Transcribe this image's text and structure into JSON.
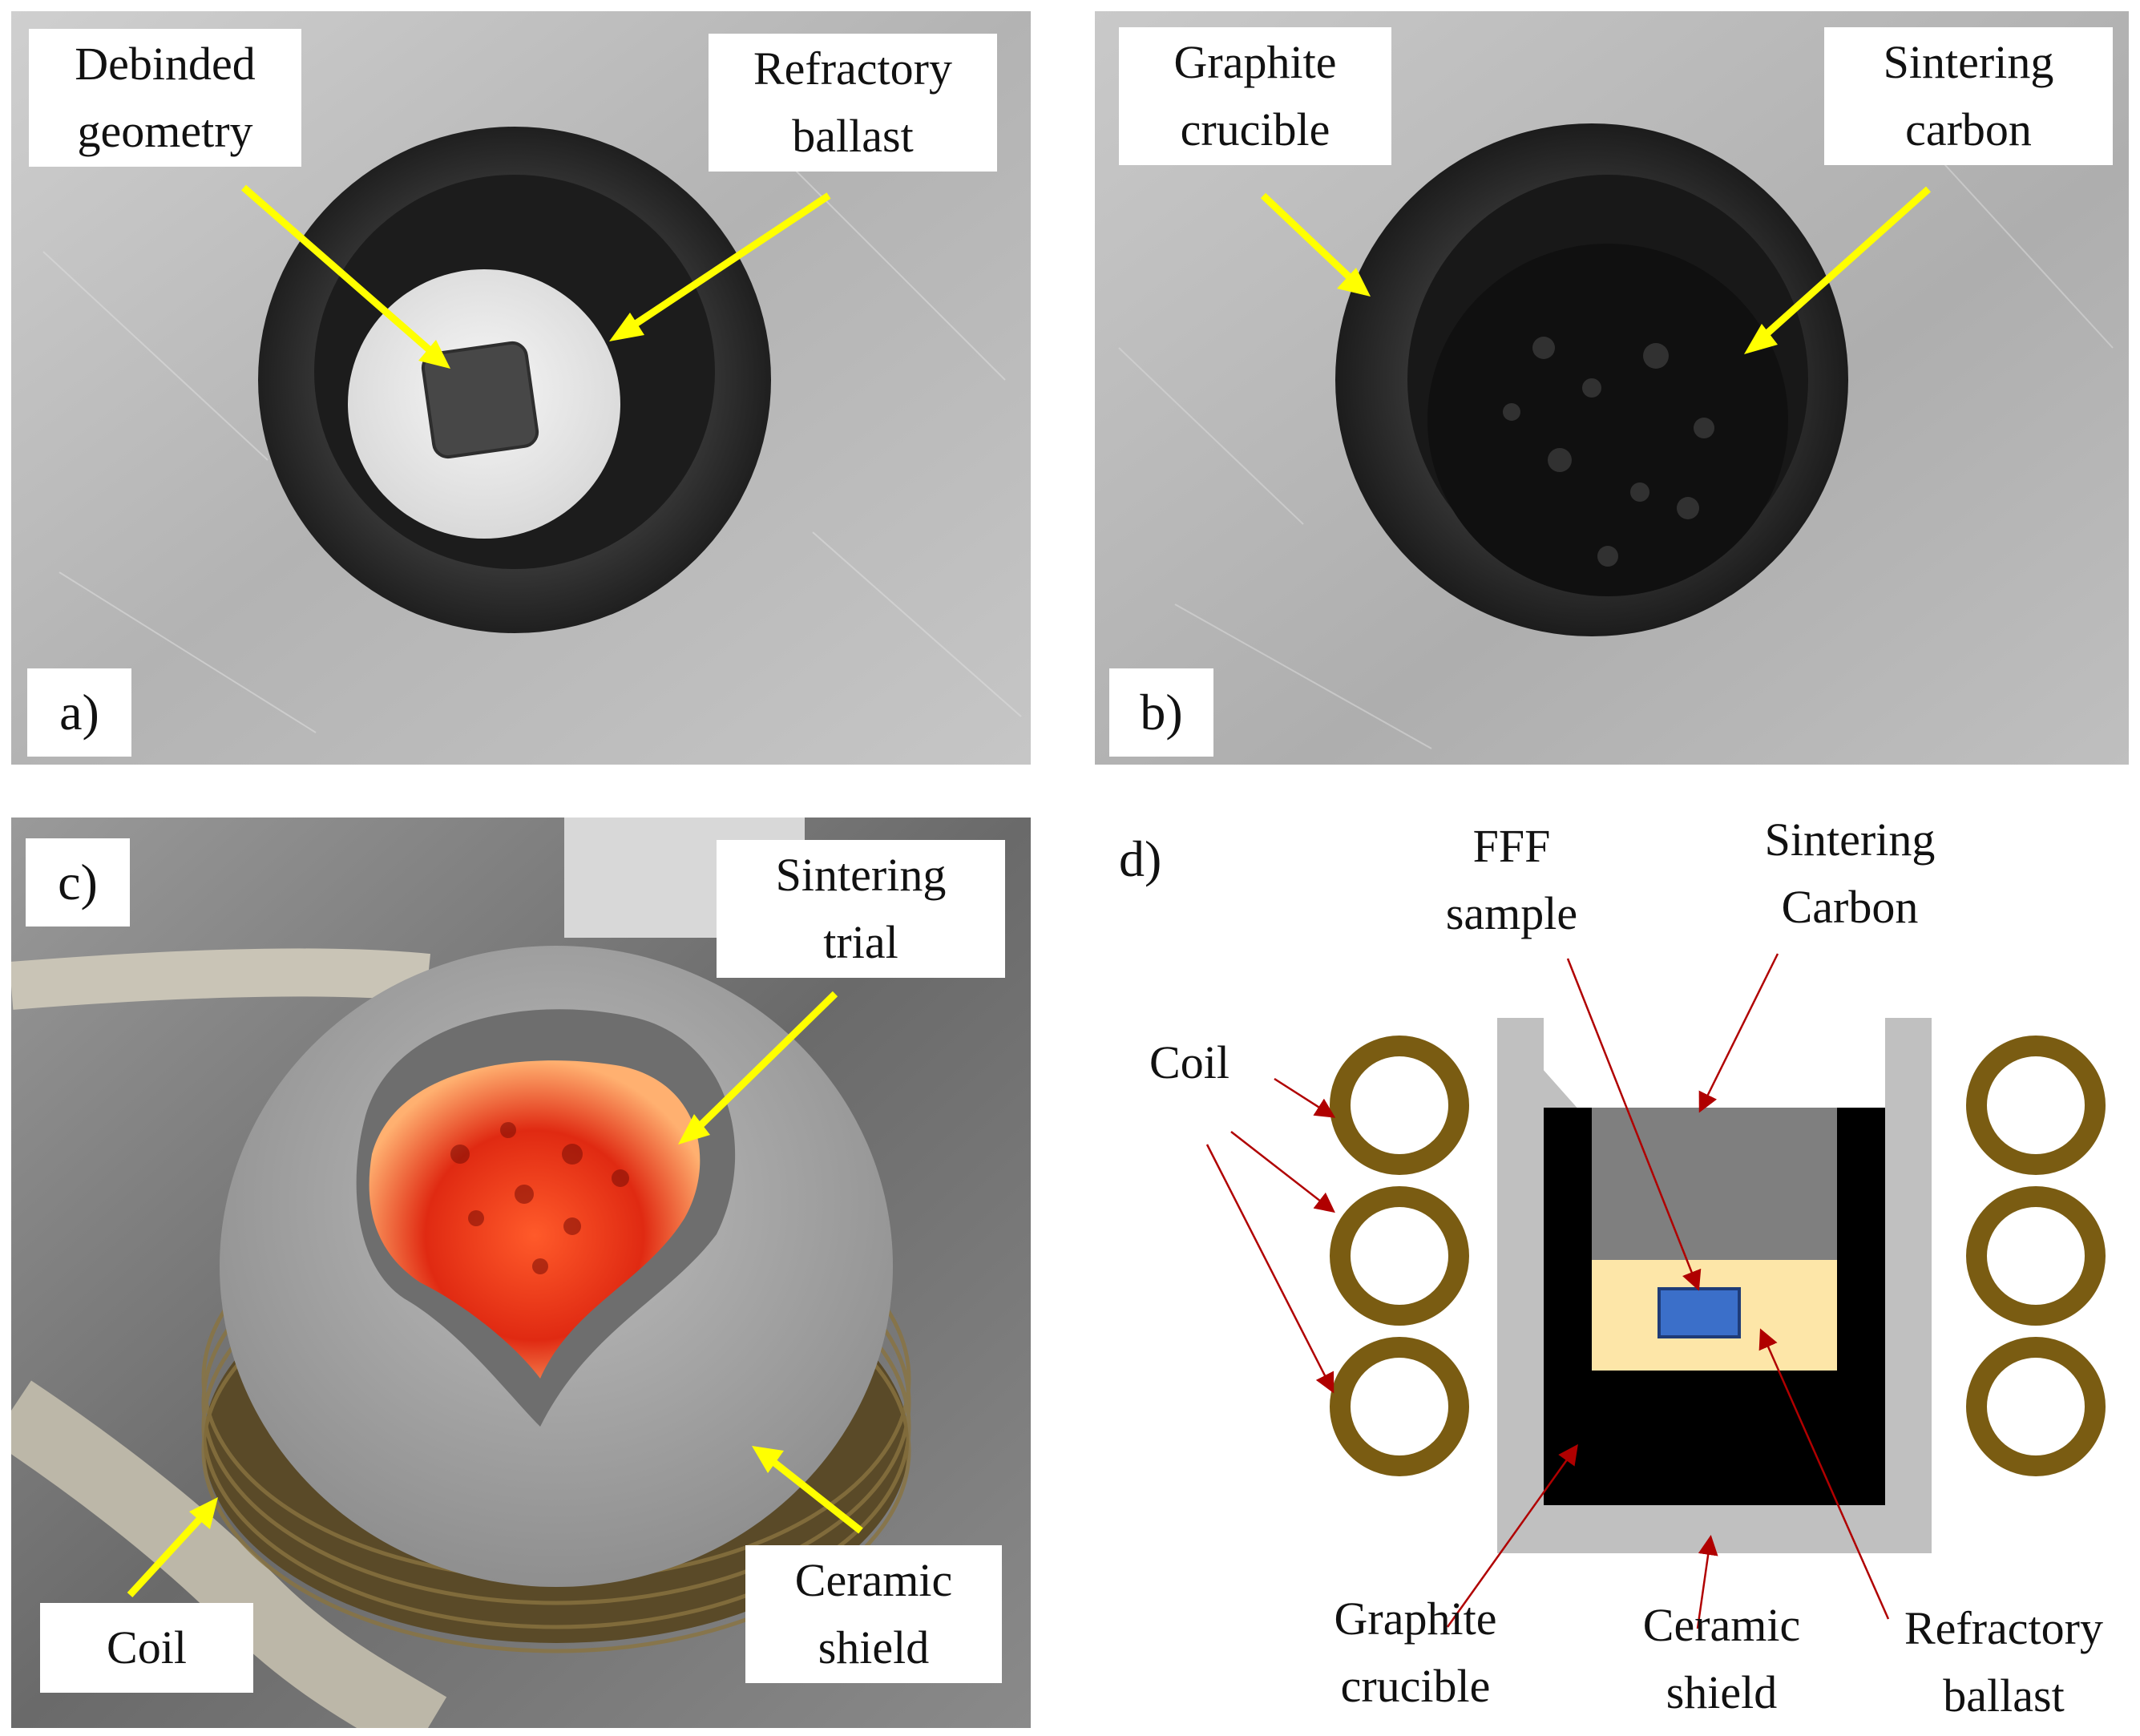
{
  "panels": {
    "a": {
      "tag": "a)",
      "labels": {
        "debinded": [
          "Debinded",
          "geometry"
        ],
        "refractory": [
          "Refractory",
          "ballast"
        ]
      },
      "colors": {
        "background": "#b9b9b9",
        "crucible": "#2d2d2d",
        "ballast": "#efefef",
        "sample": "#444444",
        "arrow": "#ffff00"
      }
    },
    "b": {
      "tag": "b)",
      "labels": {
        "graphite": [
          "Graphite",
          "crucible"
        ],
        "carbon": [
          "Sintering",
          "carbon"
        ]
      },
      "colors": {
        "background": "#b4b4b4",
        "crucible": "#2a2a2a",
        "carbon": "#141414",
        "arrow": "#ffff00"
      }
    },
    "c": {
      "tag": "c)",
      "labels": {
        "trial": [
          "Sintering",
          "trial"
        ],
        "coil": [
          "Coil"
        ],
        "shield": [
          "Ceramic",
          "shield"
        ]
      },
      "colors": {
        "background": "#7e7e7e",
        "shield": "#a8a8a8",
        "glow": "#ff3a1a",
        "coil": "#6b5a33",
        "hose": "#b9b4a6",
        "arrow": "#ffff00"
      }
    },
    "d": {
      "tag": "d)",
      "labels": {
        "fff": [
          "FFF",
          "sample"
        ],
        "carbon": [
          "Sintering",
          "Carbon"
        ],
        "coil": [
          "Coil"
        ],
        "graphite": [
          "Graphite",
          "crucible"
        ],
        "shield": [
          "Ceramic",
          "shield"
        ],
        "refractory": [
          "Refractory",
          "ballast"
        ]
      },
      "colors": {
        "coil": "#7a5c12",
        "shield": "#c0c0c0",
        "crucible": "#000000",
        "carbon": "#7f7f7f",
        "ballast": "#fde6a8",
        "sample": "#3b6fc9",
        "sample_border": "#1f3c78",
        "arrow": "#b00000"
      }
    }
  }
}
